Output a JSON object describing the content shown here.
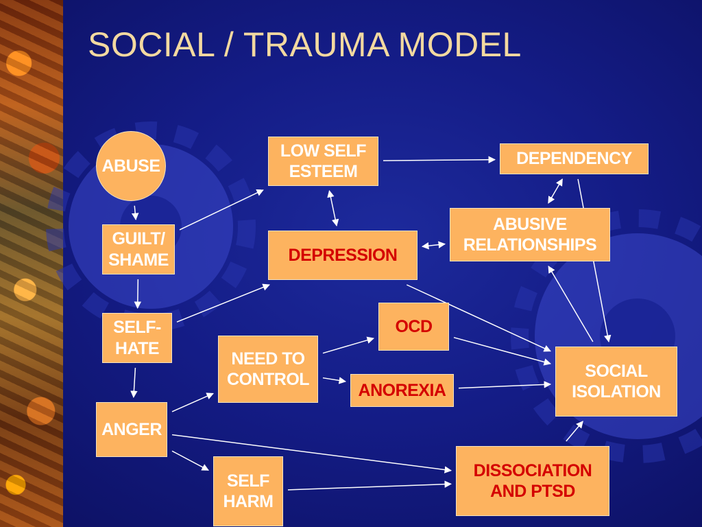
{
  "title": "SOCIAL / TRAUMA MODEL",
  "colors": {
    "background": "#141c86",
    "node_fill": "#fdb35f",
    "node_text": "#ffffff",
    "node_text_highlight": "#d40000",
    "title_text": "#f3d9a0",
    "connector": "#ffffff"
  },
  "nodes": {
    "abuse": "ABUSE",
    "guilt_shame": "GUILT/\nSHAME",
    "self_hate": "SELF-\nHATE",
    "anger": "ANGER",
    "low_self_esteem": "LOW SELF\nESTEEM",
    "depression": "DEPRESSION",
    "need_to_control": "NEED TO\nCONTROL",
    "ocd": "OCD",
    "anorexia": "ANOREXIA",
    "self_harm": "SELF\nHARM",
    "dependency": "DEPENDENCY",
    "abusive_relationships": "ABUSIVE\nRELATIONSHIPS",
    "social_isolation": "SOCIAL\nISOLATION",
    "dissociation_ptsd": "DISSOCIATION\nAND PTSD"
  },
  "connections": [
    {
      "from": "abuse",
      "to": "guilt_shame",
      "direction": "forward"
    },
    {
      "from": "guilt_shame",
      "to": "self_hate",
      "direction": "forward"
    },
    {
      "from": "self_hate",
      "to": "anger",
      "direction": "forward"
    },
    {
      "from": "guilt_shame",
      "to": "low_self_esteem",
      "direction": "forward"
    },
    {
      "from": "self_hate",
      "to": "depression",
      "direction": "forward"
    },
    {
      "from": "anger",
      "to": "need_to_control",
      "direction": "forward"
    },
    {
      "from": "anger",
      "to": "self_harm",
      "direction": "forward"
    },
    {
      "from": "anger",
      "to": "dissociation_ptsd",
      "direction": "forward"
    },
    {
      "from": "low_self_esteem",
      "to": "dependency",
      "direction": "forward"
    },
    {
      "from": "low_self_esteem",
      "to": "depression",
      "direction": "both"
    },
    {
      "from": "dependency",
      "to": "abusive_relationships",
      "direction": "both"
    },
    {
      "from": "depression",
      "to": "abusive_relationships",
      "direction": "both"
    },
    {
      "from": "need_to_control",
      "to": "ocd",
      "direction": "forward"
    },
    {
      "from": "need_to_control",
      "to": "anorexia",
      "direction": "forward"
    },
    {
      "from": "depression",
      "to": "social_isolation",
      "direction": "forward"
    },
    {
      "from": "ocd",
      "to": "social_isolation",
      "direction": "forward"
    },
    {
      "from": "anorexia",
      "to": "social_isolation",
      "direction": "forward"
    },
    {
      "from": "dependency",
      "to": "social_isolation",
      "direction": "forward"
    },
    {
      "from": "social_isolation",
      "to": "abusive_relationships",
      "direction": "forward"
    },
    {
      "from": "self_harm",
      "to": "dissociation_ptsd",
      "direction": "forward"
    },
    {
      "from": "dissociation_ptsd",
      "to": "social_isolation",
      "direction": "forward"
    }
  ]
}
